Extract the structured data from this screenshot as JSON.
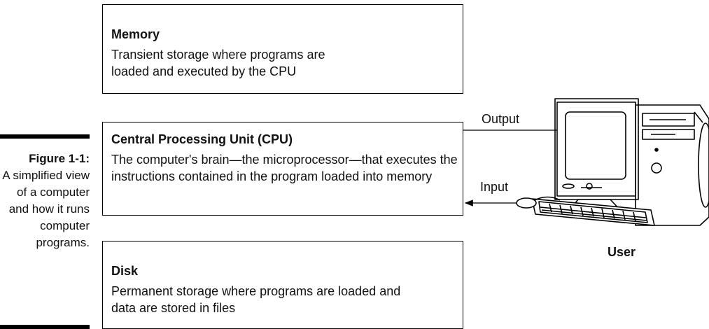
{
  "caption": {
    "label": "Figure 1-1:",
    "text": "A simplified view of a computer and how it runs computer programs."
  },
  "boxes": {
    "memory": {
      "title": "Memory",
      "desc": "Transient storage where programs are loaded and executed by the CPU"
    },
    "cpu": {
      "title": "Central Processing Unit (CPU)",
      "desc": "The computer's brain—the microprocessor—that executes the instructions contained in the program loaded into memory"
    },
    "disk": {
      "title": "Disk",
      "desc": "Permanent storage where programs are loaded and data are stored in files"
    }
  },
  "arrows": {
    "output": "Output",
    "input": "Input"
  },
  "user": {
    "label": "User",
    "icon": "desktop-computer-icon"
  }
}
